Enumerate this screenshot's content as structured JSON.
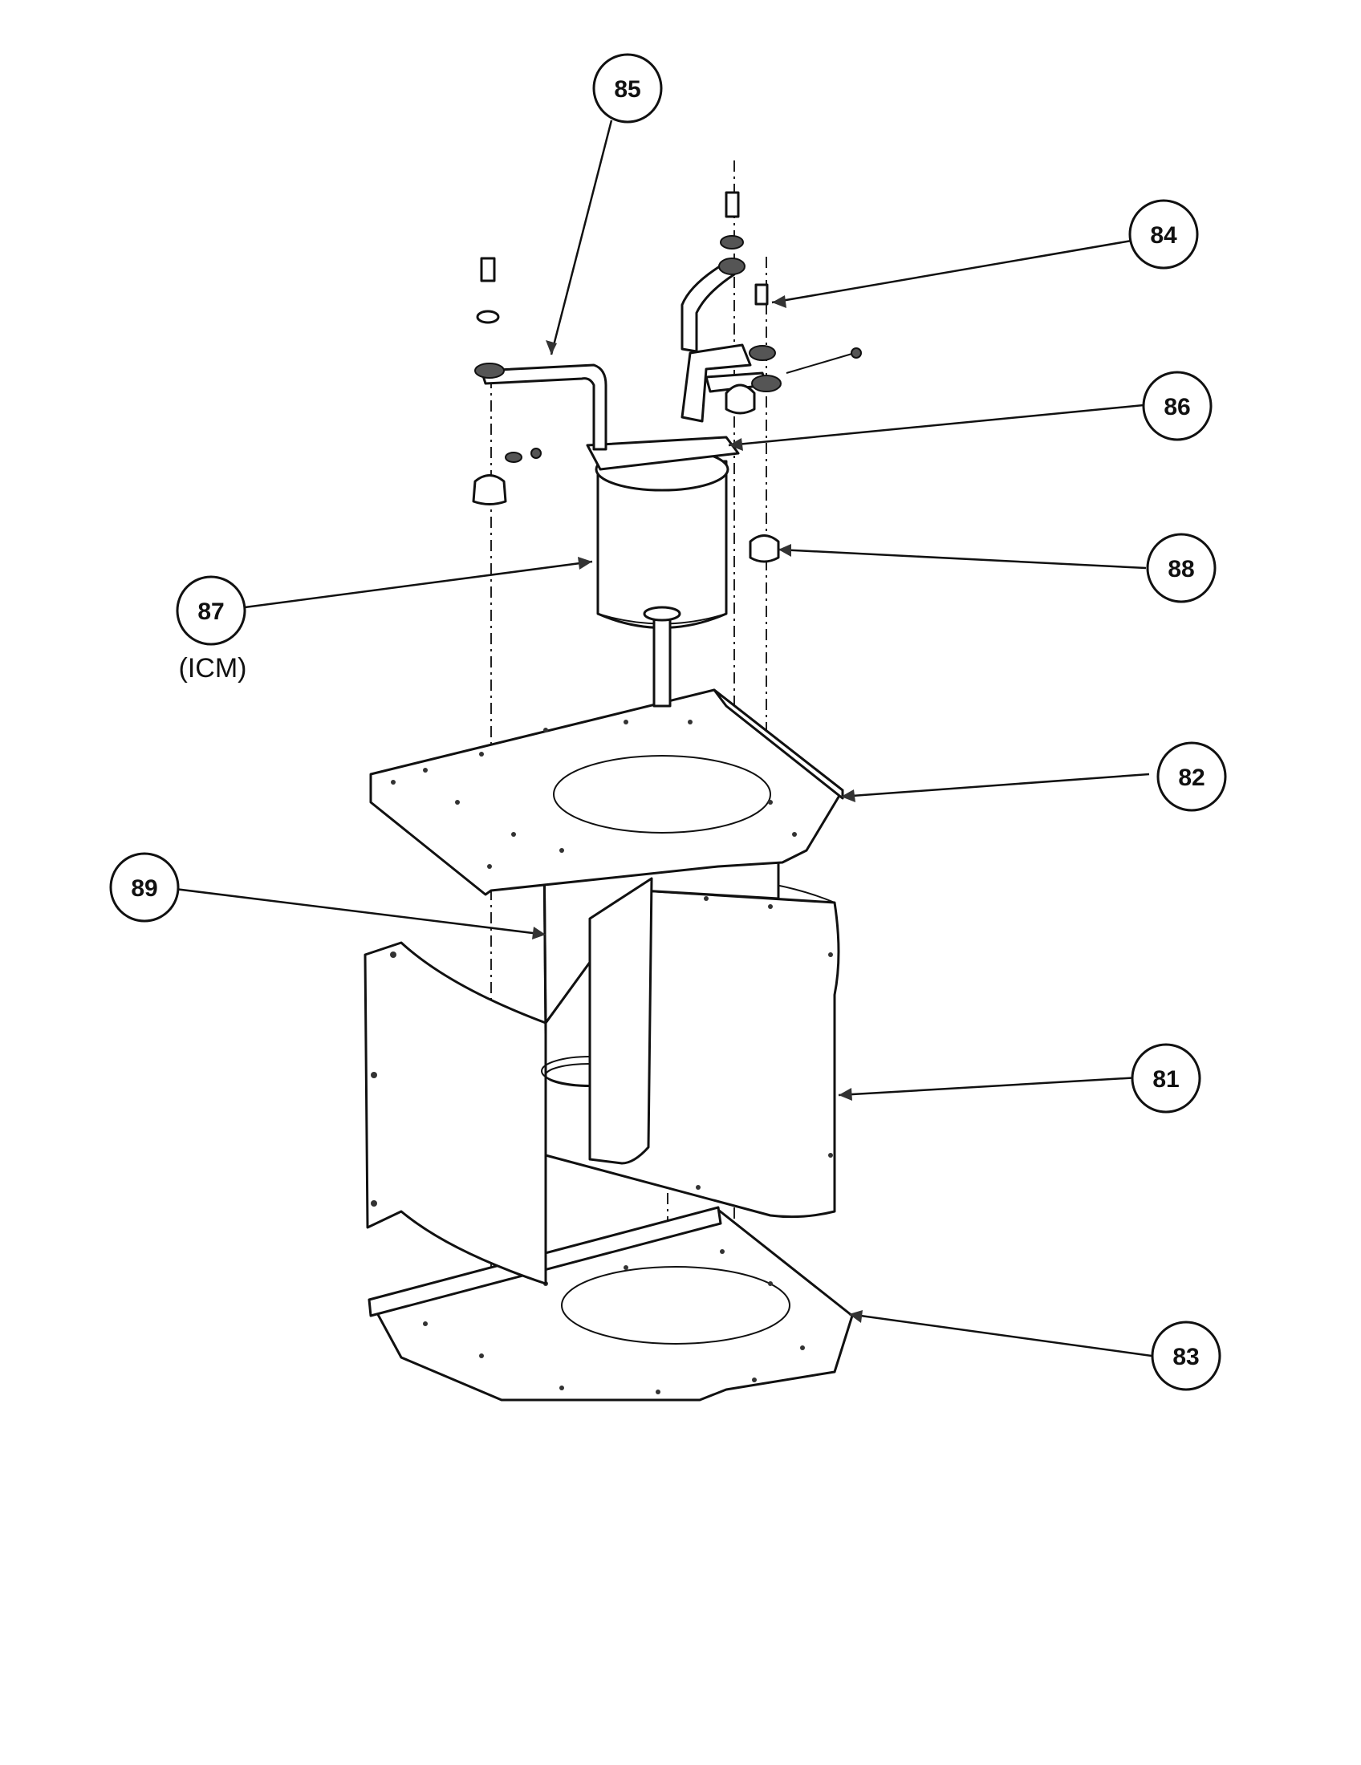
{
  "callouts": [
    {
      "id": "c85",
      "label": "85"
    },
    {
      "id": "c84",
      "label": "84"
    },
    {
      "id": "c86",
      "label": "86"
    },
    {
      "id": "c88",
      "label": "88"
    },
    {
      "id": "c87",
      "label": "87",
      "sub": "(ICM)"
    },
    {
      "id": "c82",
      "label": "82"
    },
    {
      "id": "c89",
      "label": "89"
    },
    {
      "id": "c81",
      "label": "81"
    },
    {
      "id": "c83",
      "label": "83"
    }
  ]
}
